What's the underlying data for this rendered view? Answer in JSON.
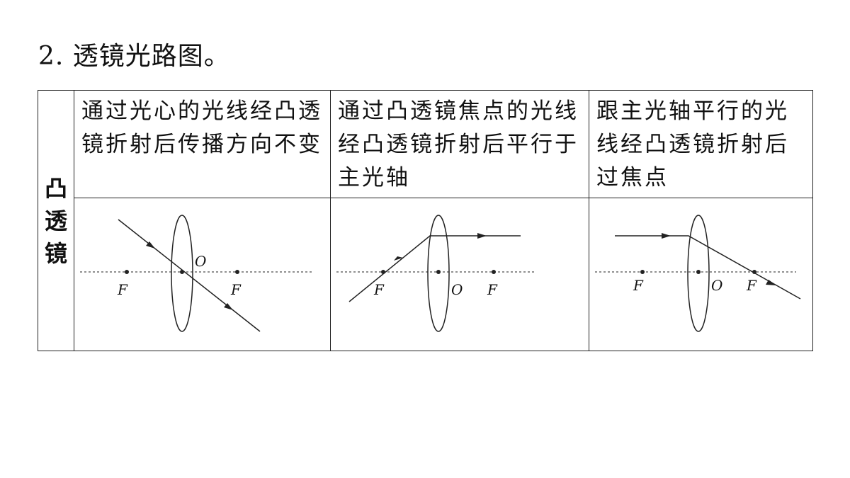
{
  "title": "2. 透镜光路图。",
  "row_header": "凸透镜",
  "columns": [
    {
      "description": "通过光心的光线经凸透镜折射后传播方向不变",
      "diagram": {
        "labels": {
          "focus_left": "F",
          "center": "O",
          "focus_right": "F"
        }
      }
    },
    {
      "description": "通过凸透镜焦点的光线经凸透镜折射后平行于主光轴",
      "diagram": {
        "labels": {
          "focus_left": "F",
          "center": "O",
          "focus_right": "F"
        }
      }
    },
    {
      "description": "跟主光轴平行的光线经凸透镜折射后过焦点",
      "diagram": {
        "labels": {
          "focus_left": "F",
          "center": "O",
          "focus_right": "F"
        }
      }
    }
  ]
}
